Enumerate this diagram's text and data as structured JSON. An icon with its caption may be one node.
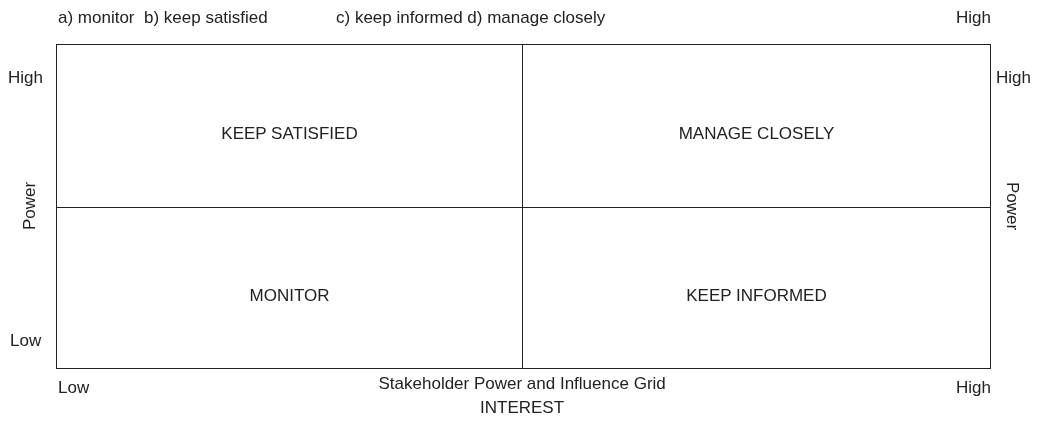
{
  "diagram": {
    "nodes": [
      {
        "text": [
          "KEEP SATISFIED"
        ]
      },
      {
        "text": [
          "MANAGE CLOSELY"
        ]
      },
      {
        "text": [
          "MONITOR"
        ]
      },
      {
        "text": [
          "KEEP INFORMED"
        ]
      }
    ],
    "labels": [
      "a) monitor  b) keep satisfied",
      "c) keep informed d) manage closely",
      "High",
      "High",
      "High",
      "Power",
      "Power",
      "Low",
      "Low",
      "Stakeholder Power and Influence Grid",
      "High",
      "INTEREST"
    ]
  }
}
